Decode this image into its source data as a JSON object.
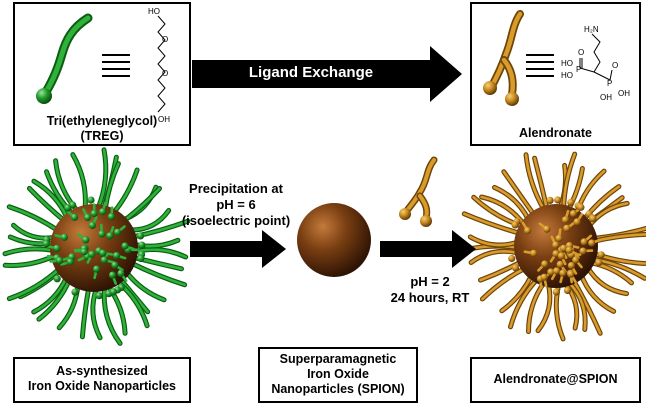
{
  "treg_box": {
    "line1": "Tri(ethyleneglycol)",
    "line2": "(TREG)",
    "atoms": [
      "HO",
      "O",
      "O",
      "OH"
    ]
  },
  "alendronate_box": {
    "label": "Alendronate",
    "atoms": [
      "H₂N",
      "HO",
      "HO",
      "OH",
      "OH"
    ],
    "p_atoms": [
      "P",
      "P"
    ],
    "o_atoms": [
      "O",
      "O"
    ]
  },
  "ligand_exchange": "Ligand Exchange",
  "step1": {
    "line1": "Precipitation at",
    "line2": "pH = 6",
    "line3": "(isoelectric point)"
  },
  "step2": {
    "line1": "pH = 2",
    "line2": "24 hours, RT"
  },
  "caption_left": {
    "line1": "As-synthesized",
    "line2": "Iron Oxide Nanoparticles"
  },
  "caption_mid": {
    "line1": "Superparamagnetic",
    "line2": "Iron Oxide",
    "line3": "Nanoparticles (SPION)"
  },
  "caption_right": "Alendronate@SPION",
  "colors": {
    "green": "#1f9a2a",
    "gold": "#c98a1e",
    "core": "#6b3810"
  }
}
